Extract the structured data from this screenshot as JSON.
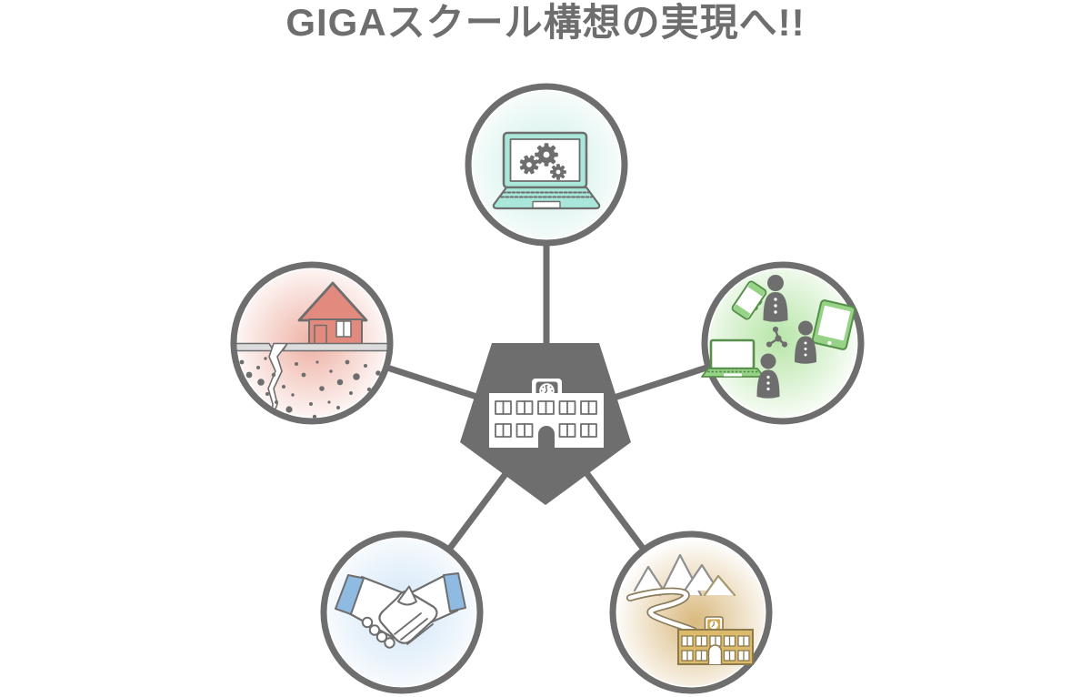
{
  "title": "GIGAスクール構想の実現へ!!",
  "colors": {
    "gray": "#6e6e6e",
    "ground-gray": "#dcdcdc",
    "teal": "#a9e7da",
    "teal-glow": "#c6ece3",
    "green": "#96d387",
    "green-dark": "#558f4a",
    "green-glow": "#b4e4a4",
    "red": "#e28a7d",
    "red-glow": "#eeb1a4",
    "blue": "#8fbae2",
    "blue-glow": "#cde3f6",
    "tan": "#8c7a4e",
    "tan-wall": "#dcba6c",
    "tan-mid": "#d3a94f",
    "tan-glow": "#d9b97e",
    "mountain-gray": "#8f8f8f",
    "road-edge": "#8a7d5e"
  },
  "diagram": {
    "hub": {
      "name": "school-hub",
      "shape": "pentagon",
      "icon": "school-building-icon"
    },
    "nodes": [
      {
        "position": "top",
        "icon": "laptop-gears-icon",
        "accent": "teal"
      },
      {
        "position": "right",
        "icon": "people-devices-network-icon",
        "accent": "green"
      },
      {
        "position": "bottom-right",
        "icon": "mountain-village-school-icon",
        "accent": "tan"
      },
      {
        "position": "bottom-left",
        "icon": "handshake-icon",
        "accent": "blue"
      },
      {
        "position": "left",
        "icon": "cracked-ground-house-icon",
        "accent": "red"
      }
    ]
  }
}
